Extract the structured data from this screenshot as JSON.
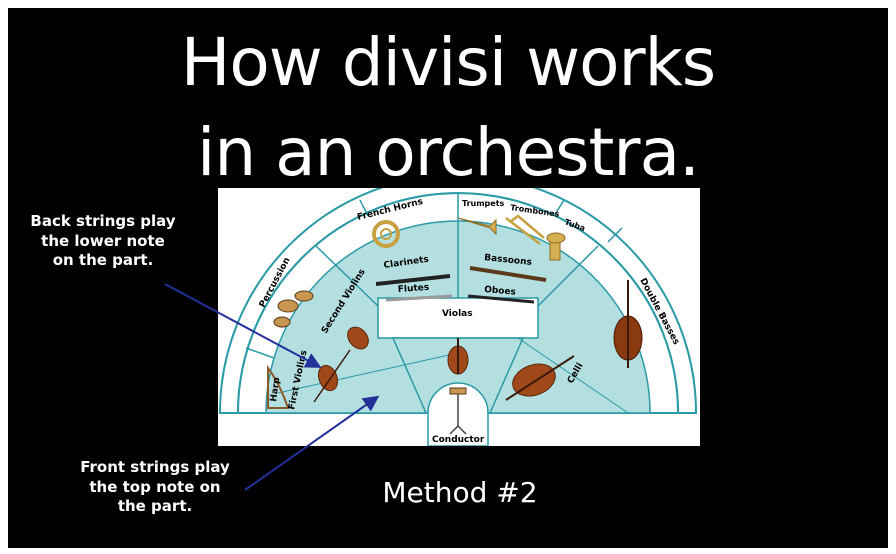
{
  "title": {
    "line1": "How divisi works",
    "line2": "in an orchestra."
  },
  "callouts": {
    "back": [
      "Back strings play",
      "the lower note",
      "on the part."
    ],
    "front": [
      "Front strings play",
      "the top note on",
      "the part."
    ]
  },
  "method": "Method #2",
  "diagram": {
    "sections": {
      "harp": "Harp",
      "percussion": "Percussion",
      "first_violins": "First Violins",
      "second_violins": "Second Violins",
      "french_horns": "French Horns",
      "trumpets": "Trumpets",
      "trombones": "Trombones",
      "tuba": "Tuba",
      "clarinets": "Clarinets",
      "bassoons": "Bassoons",
      "flutes": "Flutes",
      "oboes": "Oboes",
      "violas": "Violas",
      "celli": "Celli",
      "double_basses": "Double Basses",
      "conductor": "Conductor"
    }
  },
  "colors": {
    "background": "#000000",
    "text": "#ffffff",
    "diagram_fill": "#b4dfe0",
    "diagram_stroke": "#2a9aa6",
    "arrow": "#23309a"
  }
}
